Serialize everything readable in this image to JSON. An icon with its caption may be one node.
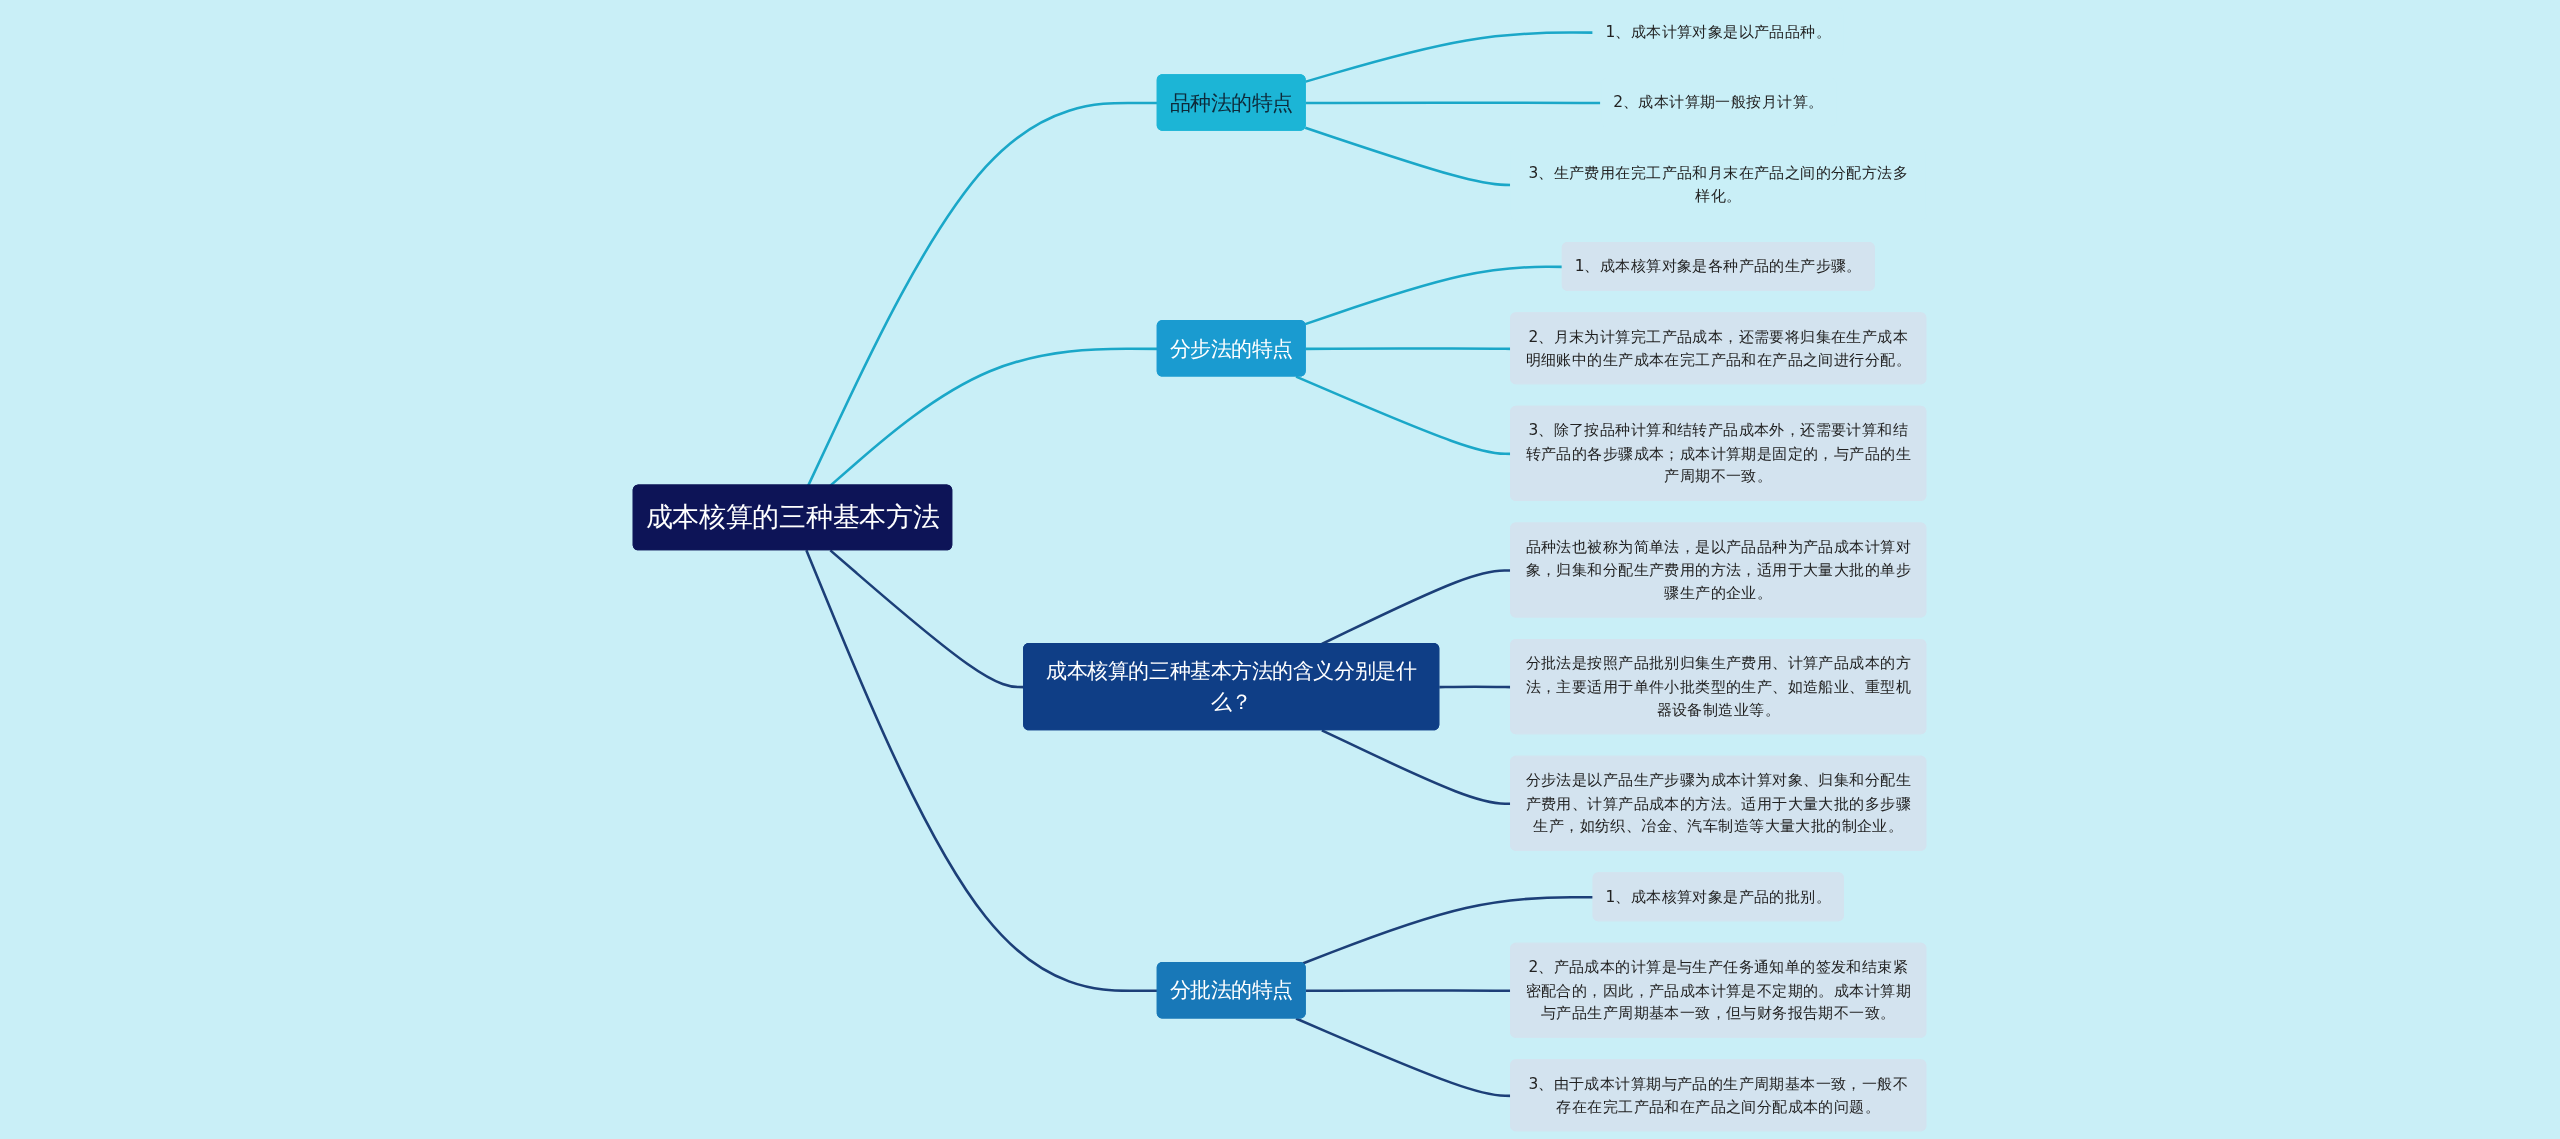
{
  "diagram": {
    "nodes": [
      {
        "text": [
          "成本核算的三种基本方法"
        ]
      },
      {
        "text": [
          "品种法的特点"
        ]
      },
      {
        "text": [
          "1、成本计算对象是以产品品种。"
        ]
      },
      {
        "text": [
          "2、成本计算期一般按月计算。"
        ]
      },
      {
        "text": [
          "3、生产费用在完工产品和月末在产品之间的分配方法多样化。"
        ]
      },
      {
        "text": [
          "分步法的特点"
        ]
      },
      {
        "text": [
          "1、成本核算对象是各种产品的生产步骤。"
        ]
      },
      {
        "text": [
          "2、月末为计算完工产品成本，还需要将归集在生产成本明细账中的生产成本在完工产品和在产品之间进行分配。"
        ]
      },
      {
        "text": [
          "3、除了按品种计算和结转产品成本外，还需要计算和结转产品的各步骤成本；成本计算期是固定的，与产品的生产周期不一致。"
        ]
      },
      {
        "text": [
          "成本核算的三种基本方法的含义分别是什么？"
        ]
      },
      {
        "text": [
          "品种法也被称为简单法，是以产品品种为产品成本计算对象，归集和分配生产费用的方法，适用于大量大批的单步骤生产的企业。"
        ]
      },
      {
        "text": [
          "分批法是按照产品批别归集生产费用、计算产品成本的方法，主要适用于单件小批类型的生产、如造船业、重型机器设备制造业等。"
        ]
      },
      {
        "text": [
          "分步法是以产品生产步骤为成本计算对象、归集和分配生产费用、计算产品成本的方法。适用于大量大批的多步骤生产，如纺织、冶金、汽车制造等大量大批的制企业。"
        ]
      },
      {
        "text": [
          "分批法的特点"
        ]
      },
      {
        "text": [
          "1、成本核算对象是产品的批别。"
        ]
      },
      {
        "text": [
          "2、产品成本的计算是与生产任务通知单的签发和结束紧密配合的，因此，产品成本计算是不定期的。成本计算期与产品生产周期基本一致，但与财务报告期不一致。"
        ]
      },
      {
        "text": [
          "3、由于成本计算期与产品的生产周期基本一致，一般不存在在完工产品和在产品之间分配成本的问题。"
        ]
      }
    ],
    "edges": [
      {
        "from": 0,
        "to": 1,
        "arrow": "none",
        "color": "#1aa7c8"
      },
      {
        "from": 1,
        "to": 2,
        "arrow": "none",
        "color": "#1aa7c8"
      },
      {
        "from": 1,
        "to": 3,
        "arrow": "none",
        "color": "#1aa7c8"
      },
      {
        "from": 1,
        "to": 4,
        "arrow": "none",
        "color": "#1aa7c8"
      },
      {
        "from": 0,
        "to": 5,
        "arrow": "none",
        "color": "#1aa7c8"
      },
      {
        "from": 5,
        "to": 6,
        "arrow": "none",
        "color": "#1aa7c8"
      },
      {
        "from": 5,
        "to": 7,
        "arrow": "none",
        "color": "#1aa7c8"
      },
      {
        "from": 5,
        "to": 8,
        "arrow": "none",
        "color": "#1aa7c8"
      },
      {
        "from": 0,
        "to": 9,
        "arrow": "none",
        "color": "#1c3f78"
      },
      {
        "from": 9,
        "to": 10,
        "arrow": "none",
        "color": "#1c3f78"
      },
      {
        "from": 9,
        "to": 11,
        "arrow": "none",
        "color": "#1c3f78"
      },
      {
        "from": 9,
        "to": 12,
        "arrow": "none",
        "color": "#1c3f78"
      },
      {
        "from": 0,
        "to": 13,
        "arrow": "none",
        "color": "#1c3f78"
      },
      {
        "from": 13,
        "to": 14,
        "arrow": "none",
        "color": "#1c3f78"
      },
      {
        "from": 13,
        "to": 15,
        "arrow": "none",
        "color": "#1c3f78"
      },
      {
        "from": 13,
        "to": 16,
        "arrow": "none",
        "color": "#1c3f78"
      }
    ]
  }
}
